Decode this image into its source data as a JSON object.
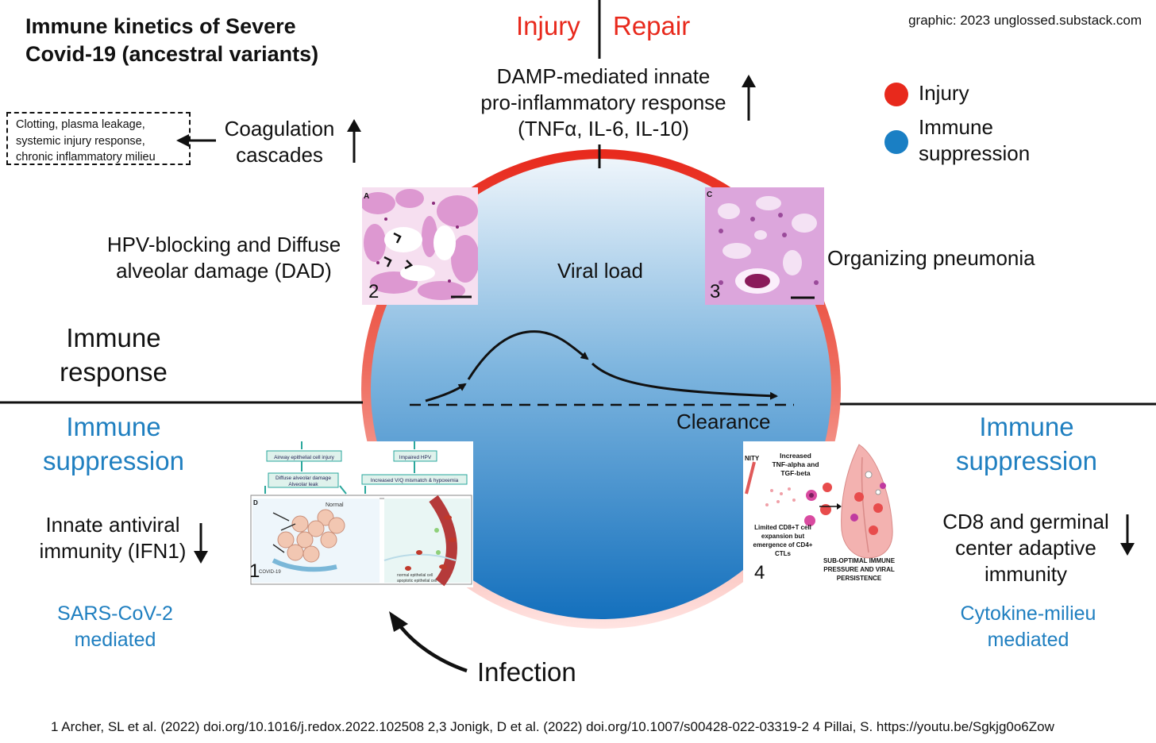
{
  "title_line1": "Immune kinetics of Severe",
  "title_line2": "Covid-19 (ancestral variants)",
  "credit": "graphic: 2023 unglossed.substack.com",
  "injury_label": "Injury",
  "repair_label": "Repair",
  "damp_line1": "DAMP-mediated innate",
  "damp_line2": "pro-inflammatory response",
  "damp_line3": "(TNFα, IL-6, IL-10)",
  "legend": {
    "injury": {
      "label": "Injury",
      "color": "#e8291c"
    },
    "suppression": {
      "label_line1": "Immune",
      "label_line2": "suppression",
      "color": "#1a7fc4"
    }
  },
  "dashed_box": {
    "line1": "Clotting, plasma leakage,",
    "line2": "systemic injury response,",
    "line3": "chronic inflammatory milieu"
  },
  "coagulation_line1": "Coagulation",
  "coagulation_line2": "cascades",
  "hpv_line1": "HPV-blocking and Diffuse",
  "hpv_line2": "alveolar damage (DAD)",
  "organizing": "Organizing pneumonia",
  "viral_load": "Viral load",
  "clearance": "Clearance",
  "immune_response_line1": "Immune",
  "immune_response_line2": "response",
  "left_suppression_line1": "Immune",
  "left_suppression_line2": "suppression",
  "right_suppression_line1": "Immune",
  "right_suppression_line2": "suppression",
  "innate_line1": "Innate antiviral",
  "innate_line2": "immunity (IFN1)",
  "sars_line1": "SARS-CoV-2",
  "sars_line2": "mediated",
  "cd8_line1": "CD8 and germinal",
  "cd8_line2": "center adaptive",
  "cd8_line3": "immunity",
  "cytokine_line1": "Cytokine-milieu",
  "cytokine_line2": "mediated",
  "infection": "Infection",
  "panel_numbers": {
    "p1": "1",
    "p2": "2",
    "p3": "3",
    "p4": "4"
  },
  "panel_letters": {
    "a": "A",
    "c": "C",
    "d": "D"
  },
  "panel1": {
    "box1": "Airway epithelial cell injury",
    "box2": "Impaired HPV",
    "box3_line1": "Diffuse alveolar damage",
    "box3_line2": "Alveolar leak",
    "box4": "Increased V/Q mismatch & hypoxemia",
    "normal": "Normal",
    "covid": "COVID-19",
    "legend1": "normal epithelial cell",
    "legend2": "apoptotic epithelial cell"
  },
  "panel4": {
    "nity": "NITY",
    "tnf_line1": "Increased",
    "tnf_line2": "TNF-alpha and",
    "tnf_line3": "TGF-beta",
    "cd8_line1": "Limited CD8+T cell",
    "cd8_line2": "expansion but",
    "cd8_line3": "emergence of CD4+",
    "cd8_line4": "CTLs",
    "sub_line1": "SUB-OPTIMAL IMMUNE",
    "sub_line2": "PRESSURE AND VIRAL",
    "sub_line3": "PERSISTENCE"
  },
  "footnote": "1 Archer, SL et al. (2022) doi.org/10.1016/j.redox.2022.102508 2,3 Jonigk, D et al. (2022) doi.org/10.1007/s00428-022-03319-2 4 Pillai, S. https://youtu.be/Sgkjg0o6Zow"
}
